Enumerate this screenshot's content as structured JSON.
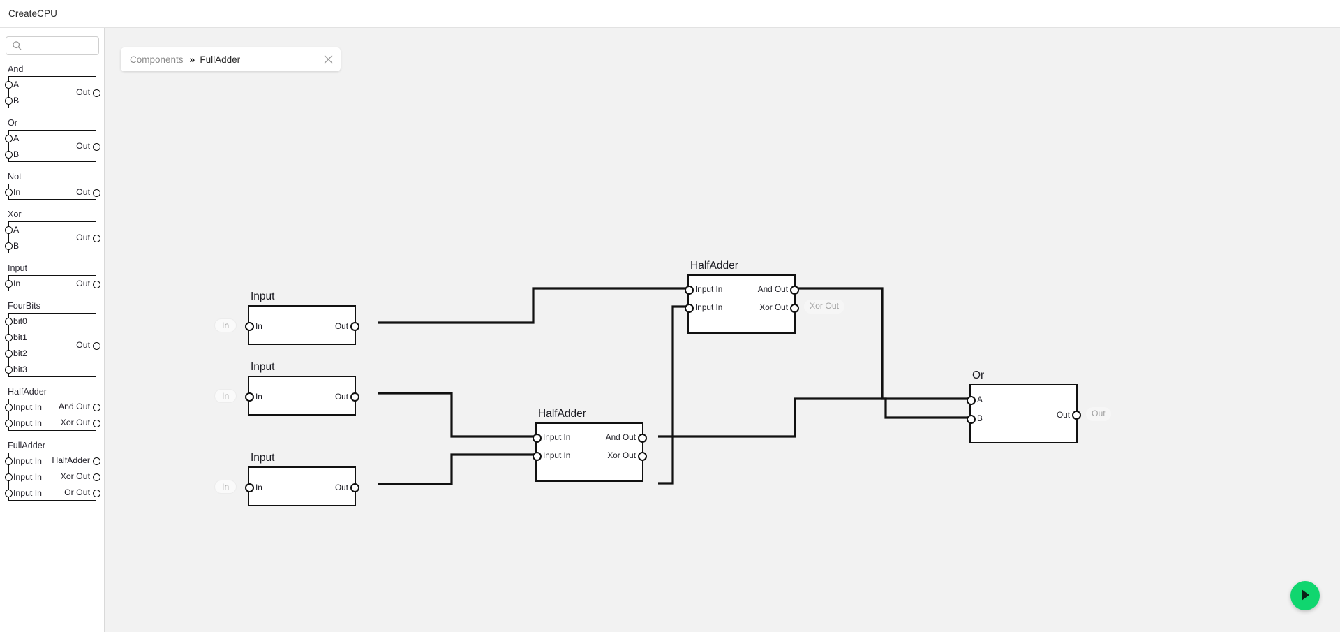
{
  "window": {
    "title": "CreateCPU"
  },
  "sidebar": {
    "search": {
      "placeholder": "",
      "value": "",
      "icon": "search-icon"
    },
    "palette": [
      {
        "name": "And",
        "inputs": [
          "A",
          "B"
        ],
        "outputs": [
          "Out"
        ]
      },
      {
        "name": "Or",
        "inputs": [
          "A",
          "B"
        ],
        "outputs": [
          "Out"
        ]
      },
      {
        "name": "Not",
        "inputs": [
          "In"
        ],
        "outputs": [
          "Out"
        ]
      },
      {
        "name": "Xor",
        "inputs": [
          "A",
          "B"
        ],
        "outputs": [
          "Out"
        ]
      },
      {
        "name": "Input",
        "inputs": [
          "In"
        ],
        "outputs": [
          "Out"
        ]
      },
      {
        "name": "FourBits",
        "inputs": [
          "bit0",
          "bit1",
          "bit2",
          "bit3"
        ],
        "outputs": [
          "Out"
        ]
      },
      {
        "name": "HalfAdder",
        "inputs": [
          "Input In",
          "Input In"
        ],
        "outputs": [
          "And Out",
          "Xor Out"
        ]
      },
      {
        "name": "FullAdder",
        "inputs": [
          "Input In",
          "Input In",
          "Input In"
        ],
        "outputs": [
          "HalfAdder",
          "Xor Out",
          "Or Out"
        ]
      }
    ]
  },
  "tab": {
    "breadcrumb_root": "Components",
    "separator": "»",
    "current": "FullAdder",
    "close_icon": "close-icon"
  },
  "canvas": {
    "nodes": [
      {
        "id": "input-1",
        "title": "Input",
        "inputs": [
          "In"
        ],
        "outputs": [
          "Out"
        ],
        "ext_left": "In",
        "ext_right": ""
      },
      {
        "id": "input-2",
        "title": "Input",
        "inputs": [
          "In"
        ],
        "outputs": [
          "Out"
        ],
        "ext_left": "In",
        "ext_right": ""
      },
      {
        "id": "input-3",
        "title": "Input",
        "inputs": [
          "In"
        ],
        "outputs": [
          "Out"
        ],
        "ext_left": "In",
        "ext_right": ""
      },
      {
        "id": "halfadder-top",
        "title": "HalfAdder",
        "inputs": [
          "Input In",
          "Input In"
        ],
        "outputs": [
          "And Out",
          "Xor Out"
        ],
        "ext_left": "",
        "ext_right": "Xor Out"
      },
      {
        "id": "halfadder-bottom",
        "title": "HalfAdder",
        "inputs": [
          "Input In",
          "Input In"
        ],
        "outputs": [
          "And Out",
          "Xor Out"
        ],
        "ext_left": "",
        "ext_right": ""
      },
      {
        "id": "or-gate",
        "title": "Or",
        "inputs": [
          "A",
          "B"
        ],
        "outputs": [
          "Out"
        ],
        "ext_left": "",
        "ext_right": "Out"
      }
    ],
    "run_button": {
      "icon": "play-icon",
      "color": "#10d66f"
    }
  },
  "colors": {
    "canvas_bg": "#f2f2f2",
    "panel_bg": "#ffffff",
    "outline": "#111111",
    "wire": "#111111",
    "muted_text": "#9a9a9a",
    "accent_run": "#10d66f"
  }
}
